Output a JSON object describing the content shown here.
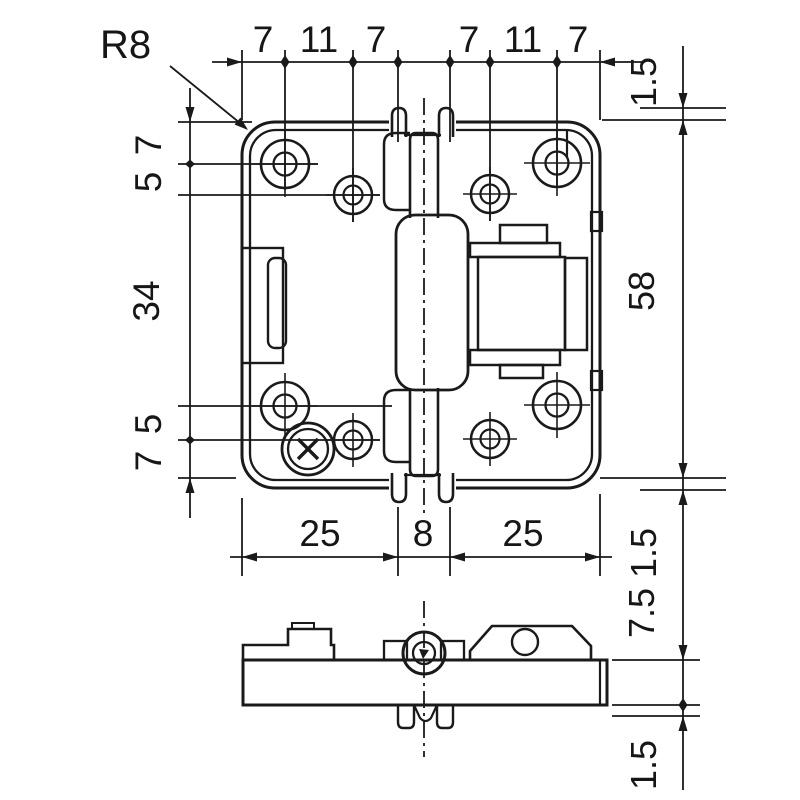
{
  "drawing": {
    "kind": "technical-drawing-hinge",
    "views": {
      "main": "plan-view",
      "bottom": "side-view"
    },
    "colors": {
      "line": "#1a1a1a",
      "background": "#ffffff"
    }
  },
  "dims": {
    "radius": "R8",
    "top_chain": [
      "7",
      "11",
      "7",
      "7",
      "11",
      "7"
    ],
    "left_chain": [
      "7",
      "5",
      "34",
      "5",
      "7"
    ],
    "bottom_chain": [
      "25",
      "8",
      "25"
    ],
    "right_labels": [
      "1.5",
      "58",
      "1.5",
      "7.5",
      "1.5"
    ]
  }
}
